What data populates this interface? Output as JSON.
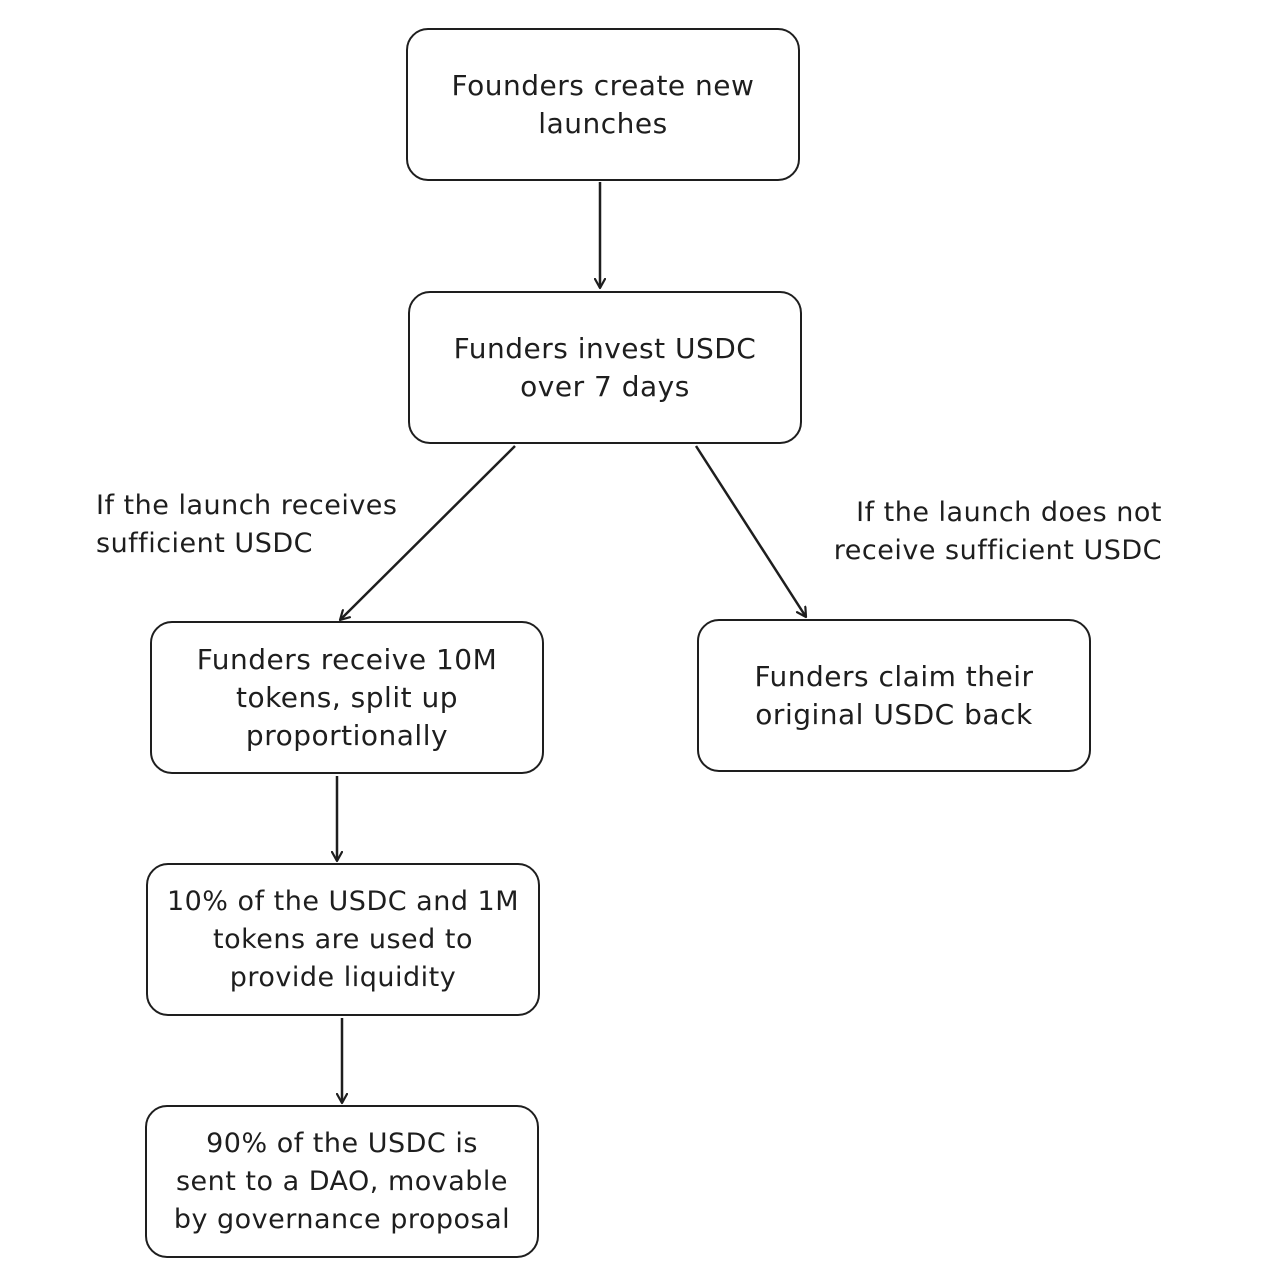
{
  "nodes": [
    {
      "id": "founders-create",
      "lines": [
        "Founders create new",
        "launches"
      ]
    },
    {
      "id": "funders-invest",
      "lines": [
        "Funders invest USDC",
        "over 7 days"
      ]
    },
    {
      "id": "funders-receive",
      "lines": [
        "Funders receive 10M",
        "tokens, split up",
        "proportionally"
      ]
    },
    {
      "id": "funders-claim",
      "lines": [
        "Funders claim their",
        "original USDC back"
      ]
    },
    {
      "id": "liquidity",
      "lines": [
        "10% of the USDC and 1M",
        "tokens are used to",
        "provide liquidity"
      ]
    },
    {
      "id": "dao",
      "lines": [
        "90% of the USDC is",
        "sent to a DAO, movable",
        "by governance proposal"
      ]
    }
  ],
  "edge_labels": {
    "sufficient": [
      "If the launch receives",
      "sufficient USDC"
    ],
    "insufficient": [
      "If the launch does not",
      "receive sufficient USDC"
    ]
  },
  "edges": [
    {
      "from": "founders-create",
      "to": "funders-invest"
    },
    {
      "from": "funders-invest",
      "to": "funders-receive",
      "label": "sufficient"
    },
    {
      "from": "funders-invest",
      "to": "funders-claim",
      "label": "insufficient"
    },
    {
      "from": "funders-receive",
      "to": "liquidity"
    },
    {
      "from": "liquidity",
      "to": "dao"
    }
  ]
}
